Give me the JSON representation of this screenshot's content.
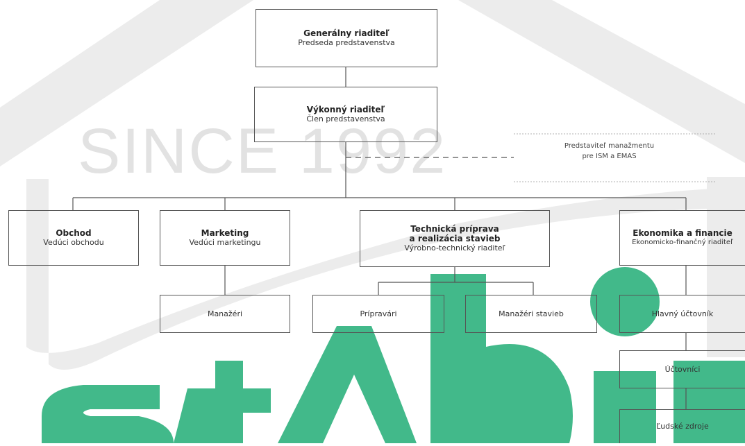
{
  "watermark": {
    "text": "SINCE 1992",
    "brand": "stabil",
    "colors": {
      "gray": "#ececec",
      "green": "#42b98a"
    }
  },
  "org": {
    "ceo": {
      "title": "Generálny riaditeľ",
      "subtitle": "Predseda predstavenstva"
    },
    "exec": {
      "title": "Výkonný riaditeľ",
      "subtitle": "Člen predstavenstva"
    },
    "management_rep": {
      "line1": "Predstaviteľ manažmentu",
      "line2": "pre ISM a EMAS"
    },
    "obchod": {
      "title": "Obchod",
      "subtitle": "Vedúci obchodu"
    },
    "marketing": {
      "title": "Marketing",
      "subtitle": "Vedúci marketingu"
    },
    "technicka": {
      "title1": "Technická príprava",
      "title2": "a realizácia stavieb",
      "subtitle": "Výrobno-technický riaditeľ"
    },
    "ekonomika": {
      "title": "Ekonomika a financie",
      "subtitle": "Ekonomicko-finančný riaditeľ"
    },
    "manazeri": "Manažéri",
    "pripravari": "Prípravári",
    "manazeri_stavieb": "Manažéri stavieb",
    "hlavny_uctovnik": "Hlavný účtovník",
    "uctovnici": "Účtovníci",
    "ludske_zdroje": "Ľudské zdroje"
  }
}
